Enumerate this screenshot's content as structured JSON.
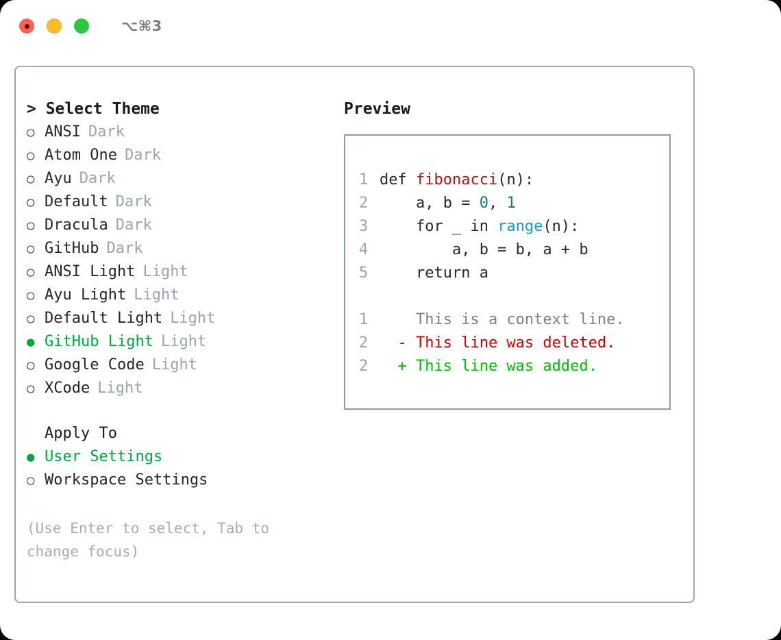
{
  "titlebar": {
    "shortcut": "⌥⌘3",
    "lights": {
      "close": "close-light",
      "minimize": "minimize-light",
      "maximize": "maximize-light"
    }
  },
  "theme_picker": {
    "heading": "> Select Theme",
    "bullet_unselected": "○",
    "bullet_selected": "●",
    "items": [
      {
        "name": "ANSI",
        "tag": "Dark",
        "selected": false
      },
      {
        "name": "Atom One",
        "tag": "Dark",
        "selected": false
      },
      {
        "name": "Ayu",
        "tag": "Dark",
        "selected": false
      },
      {
        "name": "Default",
        "tag": "Dark",
        "selected": false
      },
      {
        "name": "Dracula",
        "tag": "Dark",
        "selected": false
      },
      {
        "name": "GitHub",
        "tag": "Dark",
        "selected": false
      },
      {
        "name": "ANSI Light",
        "tag": "Light",
        "selected": false
      },
      {
        "name": "Ayu Light",
        "tag": "Light",
        "selected": false
      },
      {
        "name": "Default Light",
        "tag": "Light",
        "selected": false
      },
      {
        "name": "GitHub Light",
        "tag": "Light",
        "selected": true
      },
      {
        "name": "Google Code",
        "tag": "Light",
        "selected": false
      },
      {
        "name": "XCode",
        "tag": "Light",
        "selected": false
      }
    ]
  },
  "apply_to": {
    "heading": "Apply To",
    "options": [
      {
        "label": "User Settings",
        "selected": true
      },
      {
        "label": "Workspace Settings",
        "selected": false
      }
    ]
  },
  "hint": "(Use Enter to select, Tab to change focus)",
  "preview": {
    "heading": "Preview",
    "code_lines": [
      {
        "no": "1",
        "segments": [
          {
            "text": "def ",
            "kind": "plain"
          },
          {
            "text": "fibonacci",
            "kind": "fn"
          },
          {
            "text": "(n):",
            "kind": "plain"
          }
        ]
      },
      {
        "no": "2",
        "segments": [
          {
            "text": "    a, b = ",
            "kind": "plain"
          },
          {
            "text": "0",
            "kind": "num"
          },
          {
            "text": ", ",
            "kind": "plain"
          },
          {
            "text": "1",
            "kind": "num"
          }
        ]
      },
      {
        "no": "3",
        "segments": [
          {
            "text": "    for _ in ",
            "kind": "plain"
          },
          {
            "text": "range",
            "kind": "builtin"
          },
          {
            "text": "(n):",
            "kind": "plain"
          }
        ]
      },
      {
        "no": "4",
        "segments": [
          {
            "text": "        a, b = b, a + b",
            "kind": "plain"
          }
        ]
      },
      {
        "no": "5",
        "segments": [
          {
            "text": "    return a",
            "kind": "plain"
          }
        ]
      }
    ],
    "diff_lines": [
      {
        "no": "1",
        "marker": " ",
        "text": "This is a context line.",
        "kind": "ctx"
      },
      {
        "no": "2",
        "marker": "-",
        "text": "This line was deleted.",
        "kind": "del"
      },
      {
        "no": "2",
        "marker": "+",
        "text": "This line was added.",
        "kind": "add"
      }
    ]
  },
  "colors": {
    "accent_green": "#00a83c",
    "diff_added": "#00bf00",
    "diff_deleted": "#cc0000",
    "diff_context": "#7f7f7f",
    "muted": "#9aa5b2",
    "border": "#9aa6b5",
    "syntax_function": "#a61717",
    "syntax_number": "#067b77",
    "syntax_builtin": "#1b9bd1",
    "light_close": "#ff5f57",
    "light_minimize": "#febc2e",
    "light_maximize": "#28c840"
  }
}
